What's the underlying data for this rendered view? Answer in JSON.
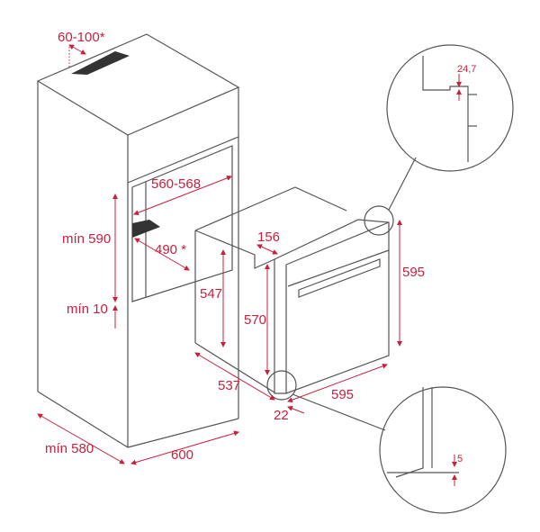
{
  "labels": {
    "vent_top": "60-100*",
    "niche_width": "560-568",
    "niche_height": "mín 590",
    "niche_depth": "490 *",
    "base_min": "mín 10",
    "cabinet_depth": "mín 580",
    "cabinet_width": "600",
    "oven_side_height": "547",
    "oven_recess": "156",
    "oven_body_height": "570",
    "oven_front_height": "595",
    "oven_depth": "537",
    "oven_front_width": "595",
    "oven_frame": "22",
    "detail_top": "24,7",
    "detail_bottom": "5"
  },
  "colors": {
    "dimension": "#c8203f",
    "outline": "#555555",
    "vent": "#333333"
  }
}
